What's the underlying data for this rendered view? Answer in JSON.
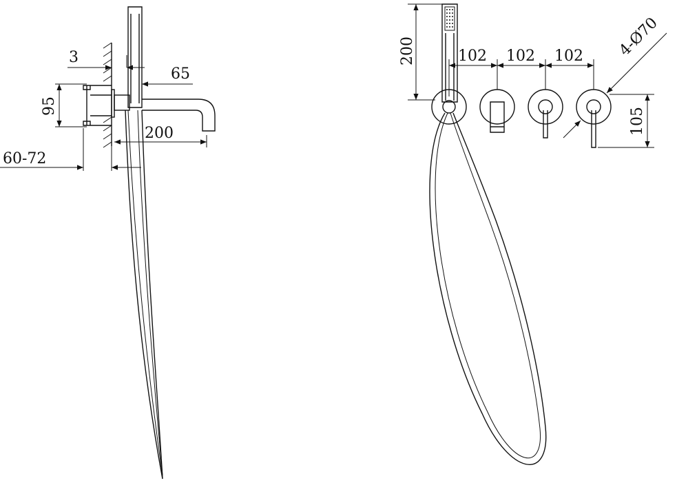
{
  "side_view": {
    "dim_wall_plate": "3",
    "dim_outlet_offset": "65",
    "dim_flange_height": "95",
    "dim_spout_reach": "200",
    "dim_wall_depth": "60-72"
  },
  "front_view": {
    "dim_handset_height": "200",
    "dim_spacing_1": "102",
    "dim_spacing_2": "102",
    "dim_spacing_3": "102",
    "dim_rosette_diameter": "4-Ø70",
    "dim_lever_length": "105"
  },
  "colors": {
    "line": "#111111",
    "background": "#ffffff"
  }
}
